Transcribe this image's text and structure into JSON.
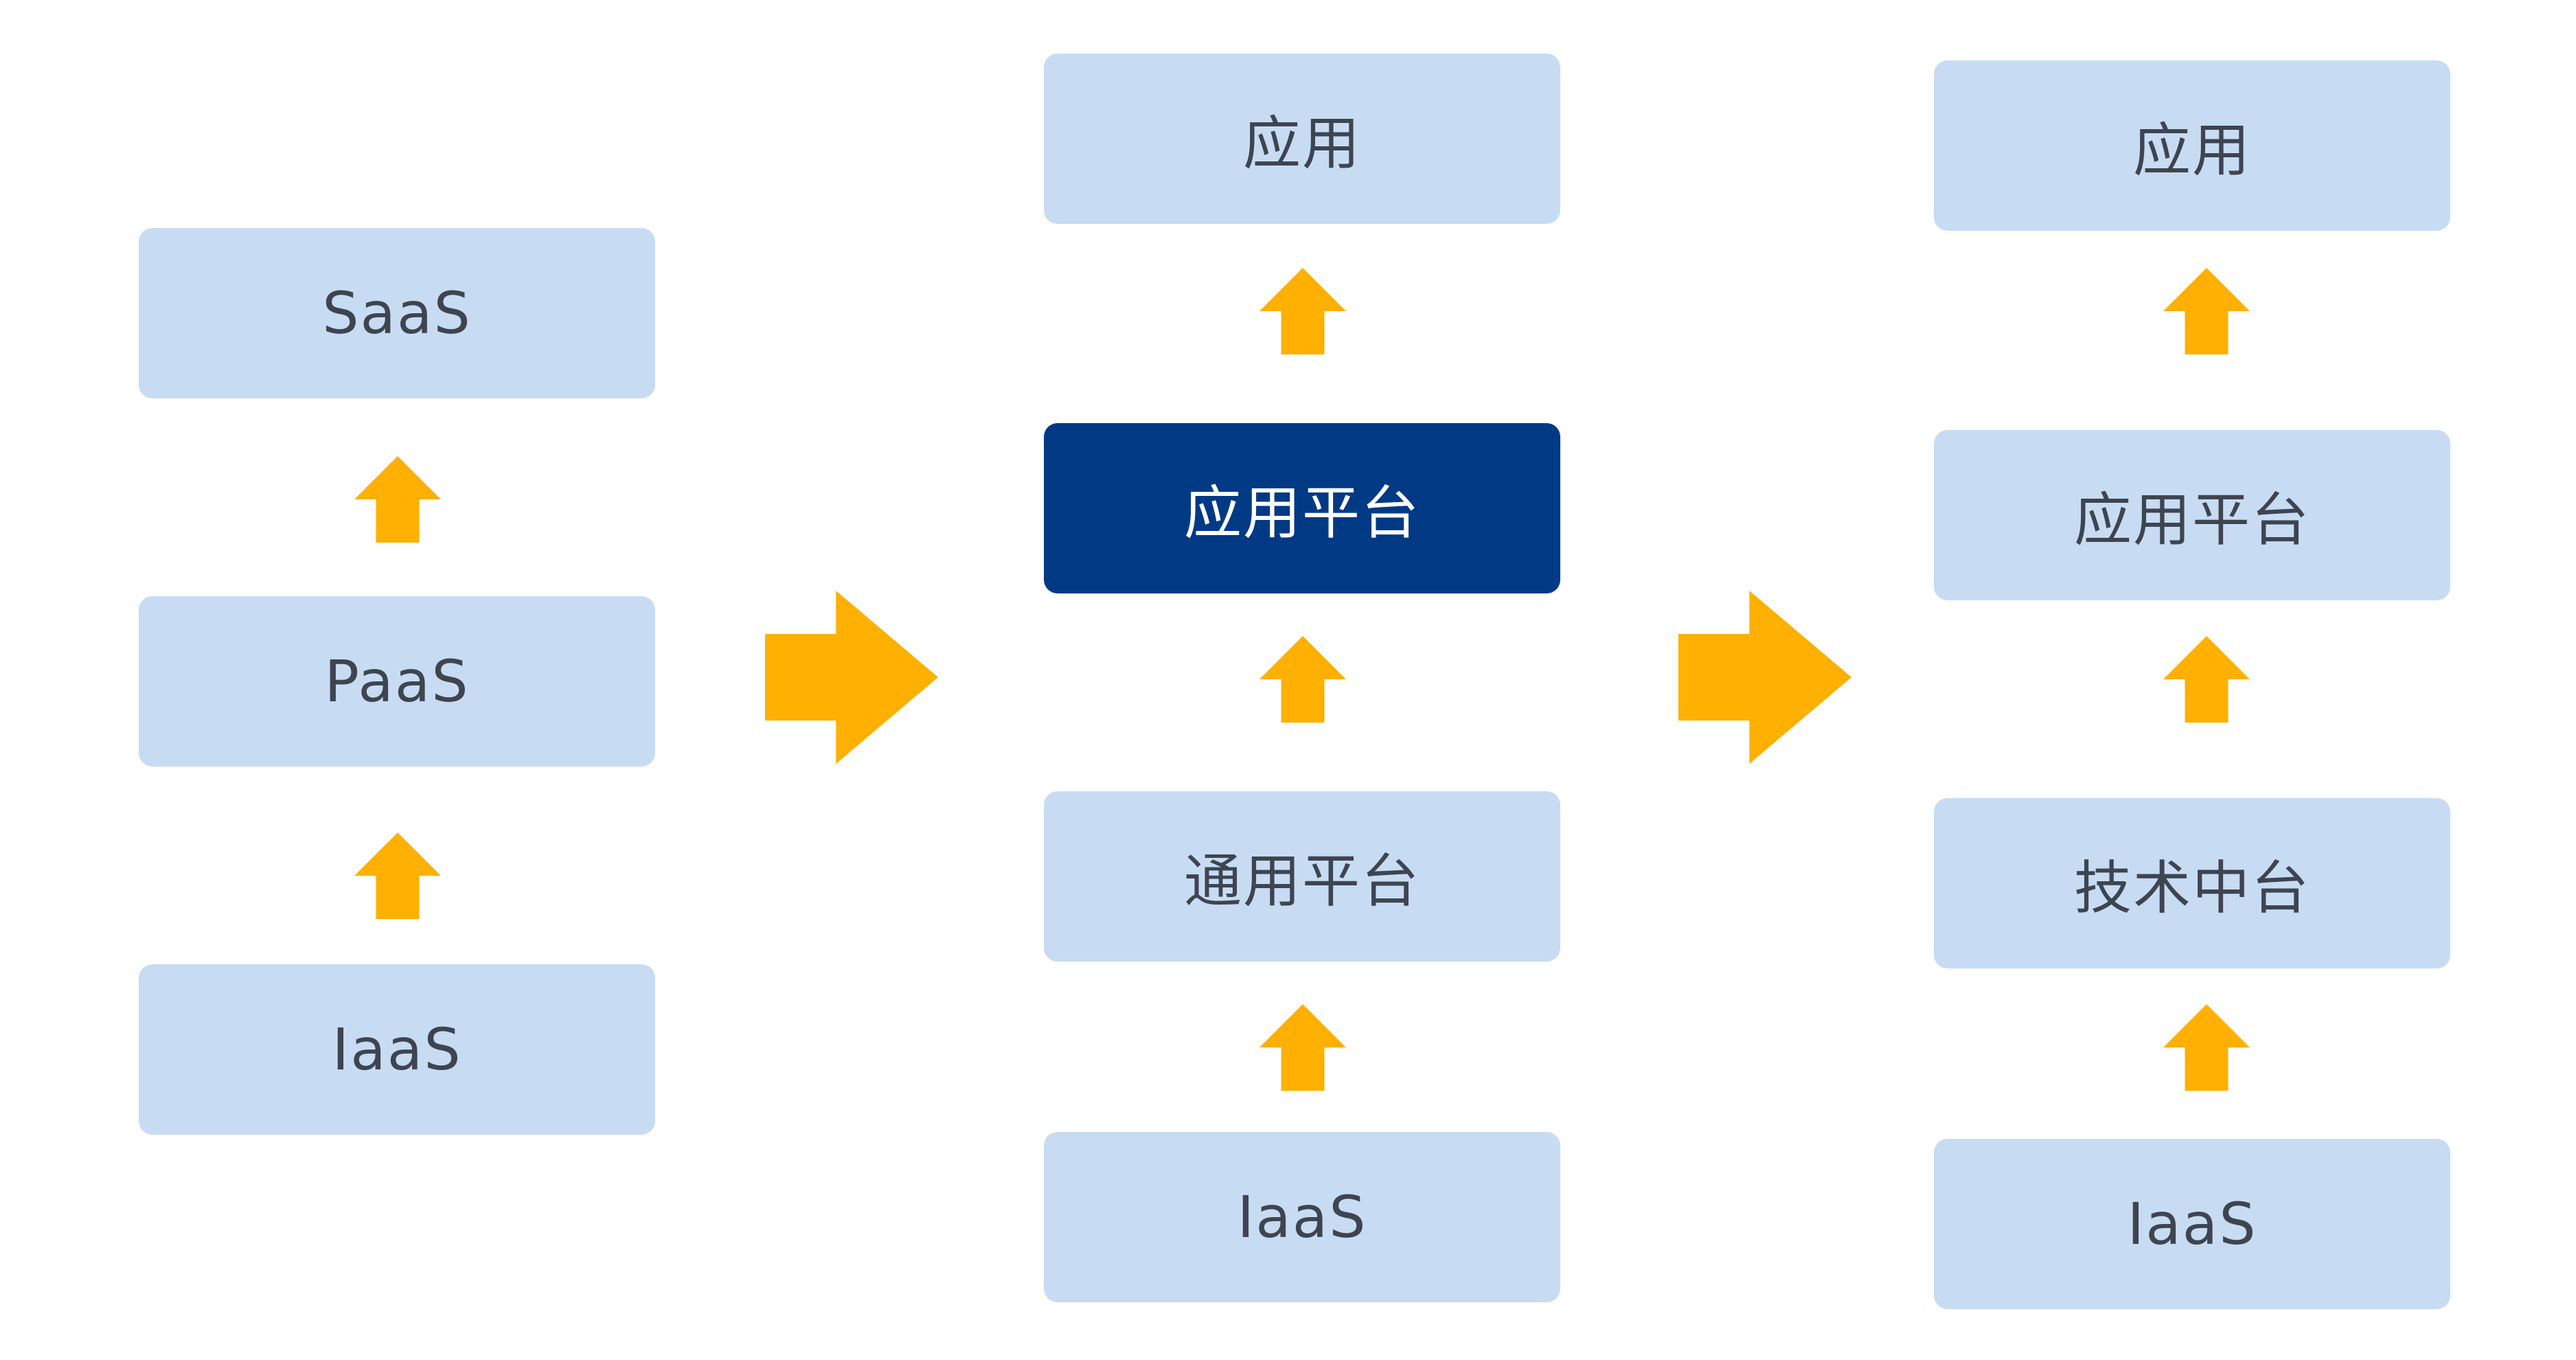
{
  "colors": {
    "box_fill": "#c7dcf3",
    "box_highlight_fill": "#003a84",
    "box_text": "#3e4550",
    "box_highlight_text": "#ffffff",
    "arrow": "#ffb000"
  },
  "column1": {
    "saas": "SaaS",
    "paas": "PaaS",
    "iaas": "IaaS"
  },
  "column2": {
    "app": "应用",
    "app_platform": "应用平台",
    "general_platform": "通用平台",
    "iaas": "IaaS"
  },
  "column3": {
    "app": "应用",
    "app_platform": "应用平台",
    "tech_middle": "技术中台",
    "iaas": "IaaS"
  }
}
